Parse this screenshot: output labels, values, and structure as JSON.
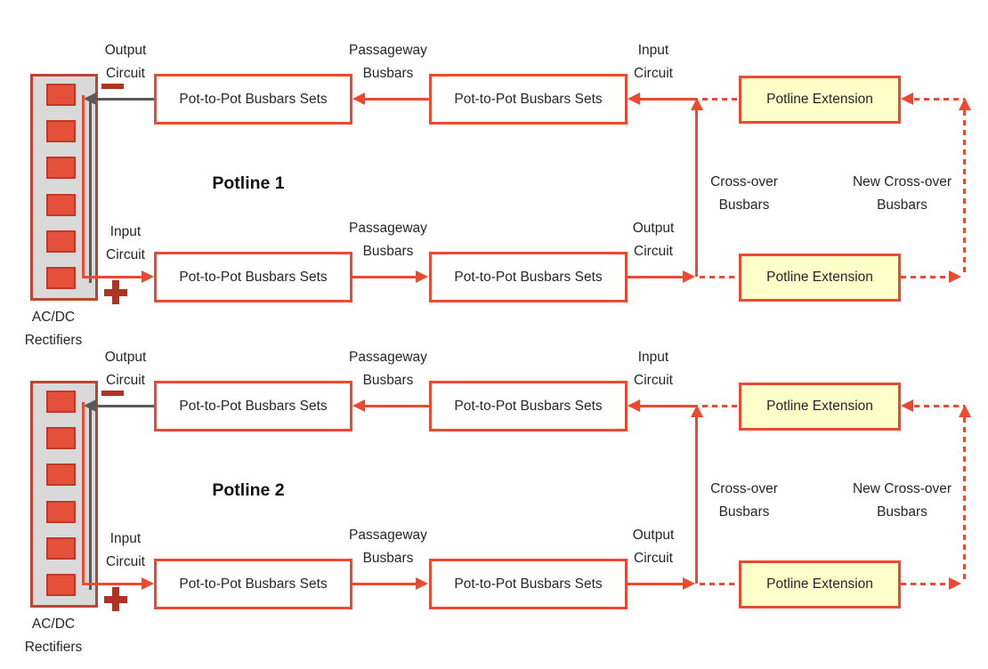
{
  "colors": {
    "line_red": "#ec4a30",
    "polarity_dark_red": "#b13123",
    "gray_line": "#595959",
    "extension_fill": "#ffffc9",
    "rectifier_fill": "#d9d9d9",
    "rectifier_border": "#bb4433",
    "rectifier_cell_fill": "#e4503a",
    "rectifier_cell_border": "#c03826",
    "text": "#262626"
  },
  "potlines": [
    {
      "title": "Potline 1",
      "acdc_1": "AC/DC",
      "acdc_2": "Rectifiers",
      "output_left_1": "Output",
      "output_left_2": "Circuit",
      "input_left_1": "Input",
      "input_left_2": "Circuit",
      "polarity_negative": "−",
      "polarity_positive": "+",
      "pot_top_left": "Pot-to-Pot Busbars Sets",
      "pot_top_mid": "Pot-to-Pot Busbars Sets",
      "pot_bottom_left": "Pot-to-Pot Busbars Sets",
      "pot_bottom_mid": "Pot-to-Pot Busbars Sets",
      "passageway_top_1": "Passageway",
      "passageway_top_2": "Busbars",
      "passageway_bottom_1": "Passageway",
      "passageway_bottom_2": "Busbars",
      "input_right_1": "Input",
      "input_right_2": "Circuit",
      "output_right_1": "Output",
      "output_right_2": "Circuit",
      "extension_top": "Potline Extension",
      "extension_bottom": "Potline Extension",
      "crossover_1": "Cross-over",
      "crossover_2": "Busbars",
      "new_crossover_1": "New Cross-over",
      "new_crossover_2": "Busbars"
    },
    {
      "title": "Potline 2",
      "acdc_1": "AC/DC",
      "acdc_2": "Rectifiers",
      "output_left_1": "Output",
      "output_left_2": "Circuit",
      "input_left_1": "Input",
      "input_left_2": "Circuit",
      "polarity_negative": "−",
      "polarity_positive": "+",
      "pot_top_left": "Pot-to-Pot Busbars Sets",
      "pot_top_mid": "Pot-to-Pot Busbars Sets",
      "pot_bottom_left": "Pot-to-Pot Busbars Sets",
      "pot_bottom_mid": "Pot-to-Pot Busbars Sets",
      "passageway_top_1": "Passageway",
      "passageway_top_2": "Busbars",
      "passageway_bottom_1": "Passageway",
      "passageway_bottom_2": "Busbars",
      "input_right_1": "Input",
      "input_right_2": "Circuit",
      "output_right_1": "Output",
      "output_right_2": "Circuit",
      "extension_top": "Potline Extension",
      "extension_bottom": "Potline Extension",
      "crossover_1": "Cross-over",
      "crossover_2": "Busbars",
      "new_crossover_1": "New Cross-over",
      "new_crossover_2": "Busbars"
    }
  ]
}
